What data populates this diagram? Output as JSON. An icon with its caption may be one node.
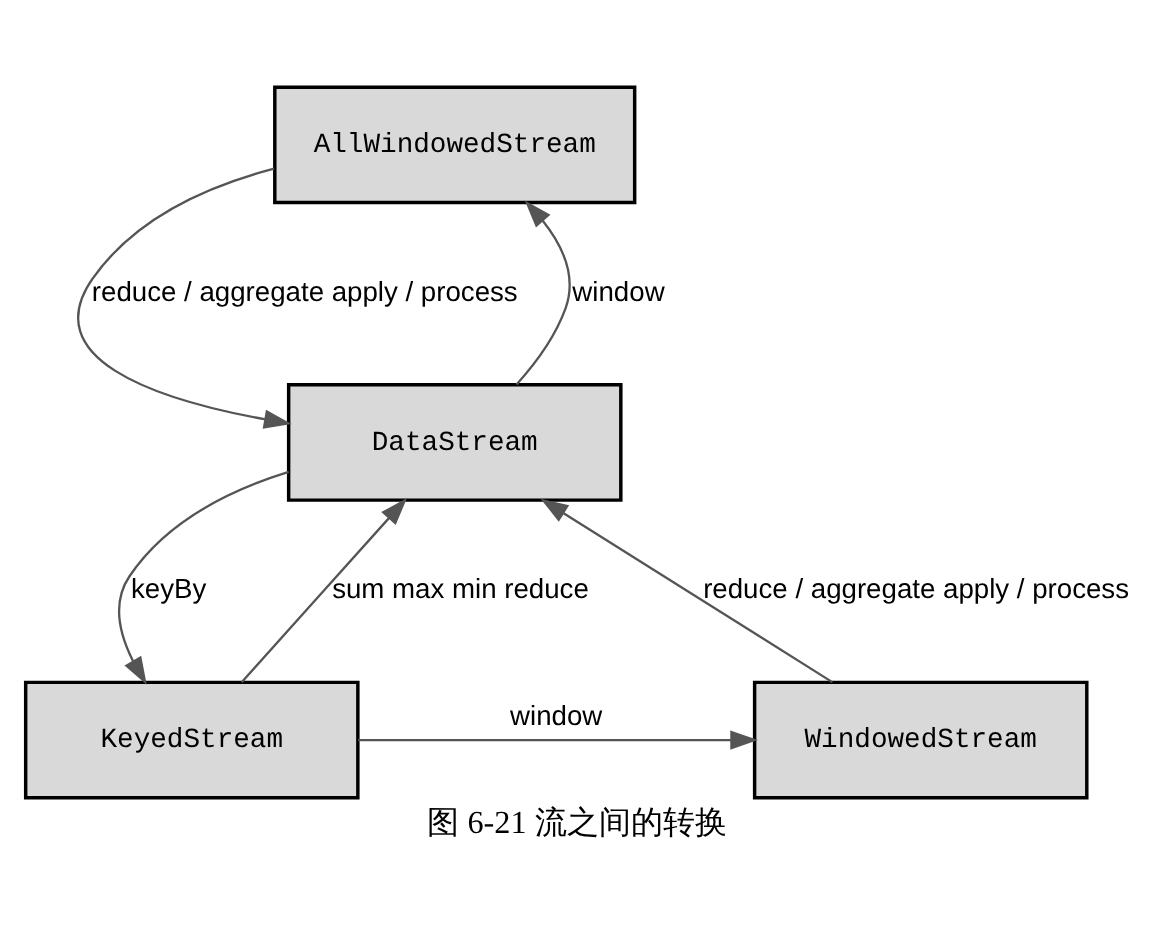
{
  "diagram": {
    "caption": "图 6-21 流之间的转换",
    "nodes": [
      {
        "text": [
          "AllWindowedStream"
        ]
      },
      {
        "text": [
          "DataStream"
        ]
      },
      {
        "text": [
          "KeyedStream"
        ]
      },
      {
        "text": [
          "WindowedStream"
        ]
      }
    ],
    "edges": [
      {
        "from": 1,
        "to": 0,
        "arrow": "to",
        "label": "window"
      },
      {
        "from": 0,
        "to": 1,
        "arrow": "to",
        "label": "reduce / aggregate apply / process"
      },
      {
        "from": 1,
        "to": 2,
        "arrow": "to",
        "label": "keyBy"
      },
      {
        "from": 2,
        "to": 1,
        "arrow": "to",
        "label": "sum max min reduce"
      },
      {
        "from": 2,
        "to": 3,
        "arrow": "to",
        "label": "window"
      },
      {
        "from": 3,
        "to": 1,
        "arrow": "to",
        "label": "reduce / aggregate apply / process"
      }
    ]
  }
}
